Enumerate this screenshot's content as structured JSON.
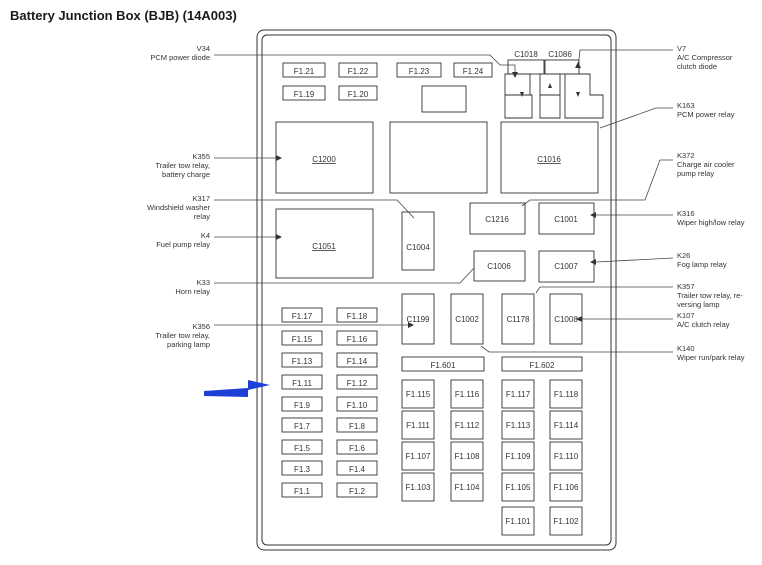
{
  "title": "Battery Junction Box (BJB) (14A003)",
  "labels": {
    "v34": [
      "V34",
      "PCM power diode"
    ],
    "k355": [
      "K355",
      "Trailer tow relay,",
      "battery charge"
    ],
    "k317": [
      "K317",
      "Windshield washer",
      "relay"
    ],
    "k4": [
      "K4",
      "Fuel pump relay"
    ],
    "k33": [
      "K33",
      "Horn relay"
    ],
    "k356": [
      "K356",
      "Trailer tow relay,",
      "parking lamp"
    ],
    "v7": [
      "V7",
      "A/C Compressor",
      "clutch diode"
    ],
    "k163": [
      "K163",
      "PCM power relay"
    ],
    "k372": [
      "K372",
      "Charge air cooler",
      "pump relay"
    ],
    "k316": [
      "K316",
      "Wiper high/low relay"
    ],
    "k26": [
      "K26",
      "Fog lamp relay"
    ],
    "k357": [
      "K357",
      "Trailer tow relay, re-",
      "versing lamp"
    ],
    "k107": [
      "K107",
      "A/C clutch relay"
    ],
    "k140": [
      "K140",
      "Wiper run/park relay"
    ]
  },
  "connectors": {
    "c1018": "C1018",
    "c1086": "C1086",
    "c1200": "C1200",
    "c1016": "C1016",
    "c1051": "C1051",
    "c1004": "C1004",
    "c1216": "C1216",
    "c1001": "C1001",
    "c1006": "C1006",
    "c1007": "C1007",
    "c1199": "C1199",
    "c1002": "C1002",
    "c1178": "C1178",
    "c1008": "C1008"
  },
  "fuses": {
    "f121": "F1.21",
    "f122": "F1.22",
    "f123": "F1.23",
    "f124": "F1.24",
    "f119": "F1.19",
    "f120": "F1.20",
    "f117": "F1.17",
    "f118": "F1.18",
    "f115": "F1.15",
    "f116": "F1.16",
    "f113": "F1.13",
    "f114": "F1.14",
    "f111": "F1.11",
    "f112": "F1.12",
    "f19": "F1.9",
    "f110": "F1.10",
    "f17": "F1.7",
    "f18": "F1.8",
    "f15": "F1.5",
    "f16": "F1.6",
    "f13": "F1.3",
    "f14": "F1.4",
    "f11": "F1.1",
    "f12": "F1.2",
    "f1601": "F1.601",
    "f1602": "F1.602",
    "f1115": "F1.115",
    "f1116": "F1.116",
    "f1117": "F1.117",
    "f1118": "F1.118",
    "f1111": "F1.111",
    "f1112": "F1.112",
    "f1113": "F1.113",
    "f1114": "F1.114",
    "f1107": "F1.107",
    "f1108": "F1.108",
    "f1109": "F1.109",
    "f1110": "F1.110",
    "f1103": "F1.103",
    "f1104": "F1.104",
    "f1105": "F1.105",
    "f1106": "F1.106",
    "f1101": "F1.101",
    "f1102": "F1.102"
  },
  "colors": {
    "arrow": "#1e3fd6",
    "outline": "#333333"
  }
}
